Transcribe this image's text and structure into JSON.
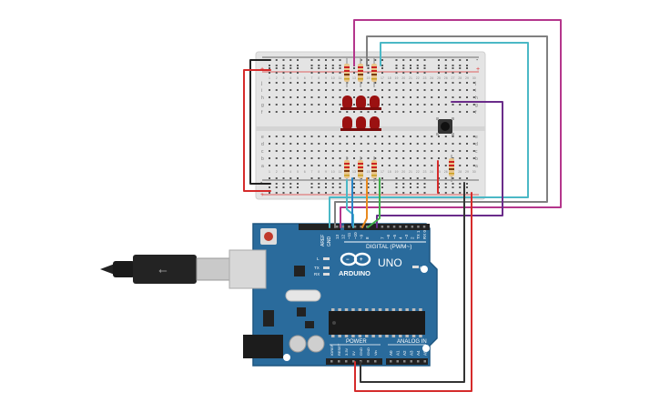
{
  "board": {
    "brand": "ARDUINO",
    "model": "UNO",
    "digital_label": "DIGITAL (PWM~)",
    "power_label": "POWER",
    "analog_label": "ANALOG IN",
    "tx_label": "TX",
    "rx_label": "RX",
    "on_label": "ON",
    "l_label": "L",
    "aref_label": "AREF",
    "gnd_label": "GND",
    "digital_pins": [
      "13",
      "12",
      "~11",
      "~10",
      "~9",
      "8",
      "7",
      "~6",
      "~5",
      "4",
      "~3",
      "2",
      "TX 1",
      "RX 0"
    ],
    "power_pins": [
      "IOREF",
      "RESET",
      "3.3V",
      "5V",
      "GND",
      "GND",
      "Vin"
    ],
    "analog_pins": [
      "A0",
      "A1",
      "A2",
      "A3",
      "A4",
      "A5"
    ]
  },
  "breadboard": {
    "row_letters_top": [
      "j",
      "i",
      "h",
      "g",
      "f"
    ],
    "row_letters_bottom": [
      "e",
      "d",
      "c",
      "b",
      "a"
    ],
    "column_numbers": [
      "1",
      "2",
      "3",
      "4",
      "5",
      "6",
      "7",
      "8",
      "9",
      "10",
      "11",
      "12",
      "13",
      "14",
      "15",
      "16",
      "17",
      "18",
      "19",
      "20",
      "21",
      "22",
      "23",
      "24",
      "25",
      "26",
      "27",
      "28",
      "29",
      "30"
    ],
    "rail_plus": "+",
    "rail_minus": "-"
  },
  "colors": {
    "board_blue": "#2a6b9c",
    "breadboard": "#e8e8e8",
    "rail_red": "#d33",
    "rail_black": "#333",
    "wire_magenta": "#b4368c",
    "wire_gray": "#808080",
    "wire_cyan": "#4bb8c6",
    "wire_purple": "#6a2c8a",
    "wire_red": "#d52b2b",
    "wire_black": "#222222",
    "wire_orange": "#e98a1f",
    "wire_green": "#3fae4a",
    "wire_blue": "#2a86c8",
    "led": "#8b0000"
  }
}
